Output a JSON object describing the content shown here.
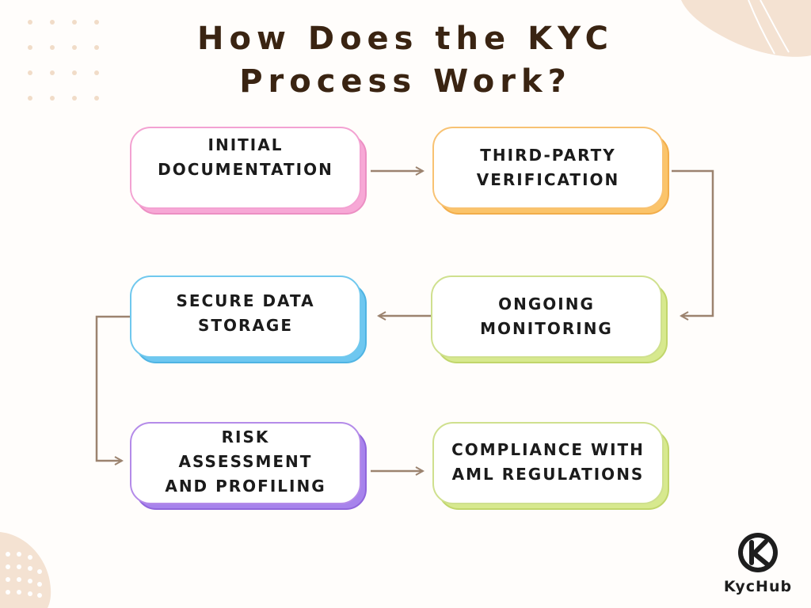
{
  "title": {
    "line1": "How Does the KYC",
    "line2": "Process Work?"
  },
  "steps": [
    {
      "label": "INITIAL\nDOCUMENTATION",
      "color": "#f7a8d6"
    },
    {
      "label": "THIRD-PARTY\nVERIFICATION",
      "color": "#fbc46a"
    },
    {
      "label": "ONGOING\nMONITORING",
      "color": "#d7e98e"
    },
    {
      "label": "SECURE DATA\nSTORAGE",
      "color": "#6ec7f0"
    },
    {
      "label": "RISK\nASSESSMENT\nAND PROFILING",
      "color": "#a783ec"
    },
    {
      "label": "COMPLIANCE WITH\nAML REGULATIONS",
      "color": "#d7e98e"
    }
  ],
  "logo": {
    "icon": "kychub-k-icon",
    "text": "KycHub"
  },
  "colors": {
    "title": "#3a2412",
    "connector": "#9c836f",
    "background": "#fffdfb",
    "decor": "#f4e2d2"
  }
}
